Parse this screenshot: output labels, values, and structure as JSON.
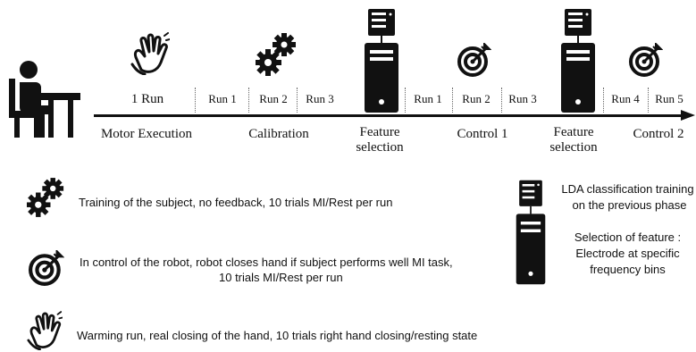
{
  "timeline": {
    "runs": {
      "motor_run": "1 Run",
      "calib_run1": "Run 1",
      "calib_run2": "Run 2",
      "calib_run3": "Run 3",
      "control1_run1": "Run 1",
      "control1_run2": "Run 2",
      "control1_run3": "Run 3",
      "control2_run4": "Run 4",
      "control2_run5": "Run 5"
    },
    "phases": {
      "motor_execution": "Motor Execution",
      "calibration": "Calibration",
      "feature_selection_1_line1": "Feature",
      "feature_selection_1_line2": "selection",
      "control_1": "Control 1",
      "feature_selection_2_line1": "Feature",
      "feature_selection_2_line2": "selection",
      "control_2": "Control 2"
    }
  },
  "legend": {
    "calibration": "Training of the subject, no feedback, 10 trials MI/Rest per run",
    "control_line1": "In control of the robot, robot closes  hand if subject performs well MI task,",
    "control_line2": "10 trials MI/Rest per run",
    "motor": "Warming run, real closing of the hand, 10 trials right hand closing/resting state",
    "server_line1": "LDA classification training",
    "server_line2": "on the previous phase",
    "server_line3": "Selection of feature :",
    "server_line4": "Electrode at specific",
    "server_line5": "frequency bins"
  }
}
